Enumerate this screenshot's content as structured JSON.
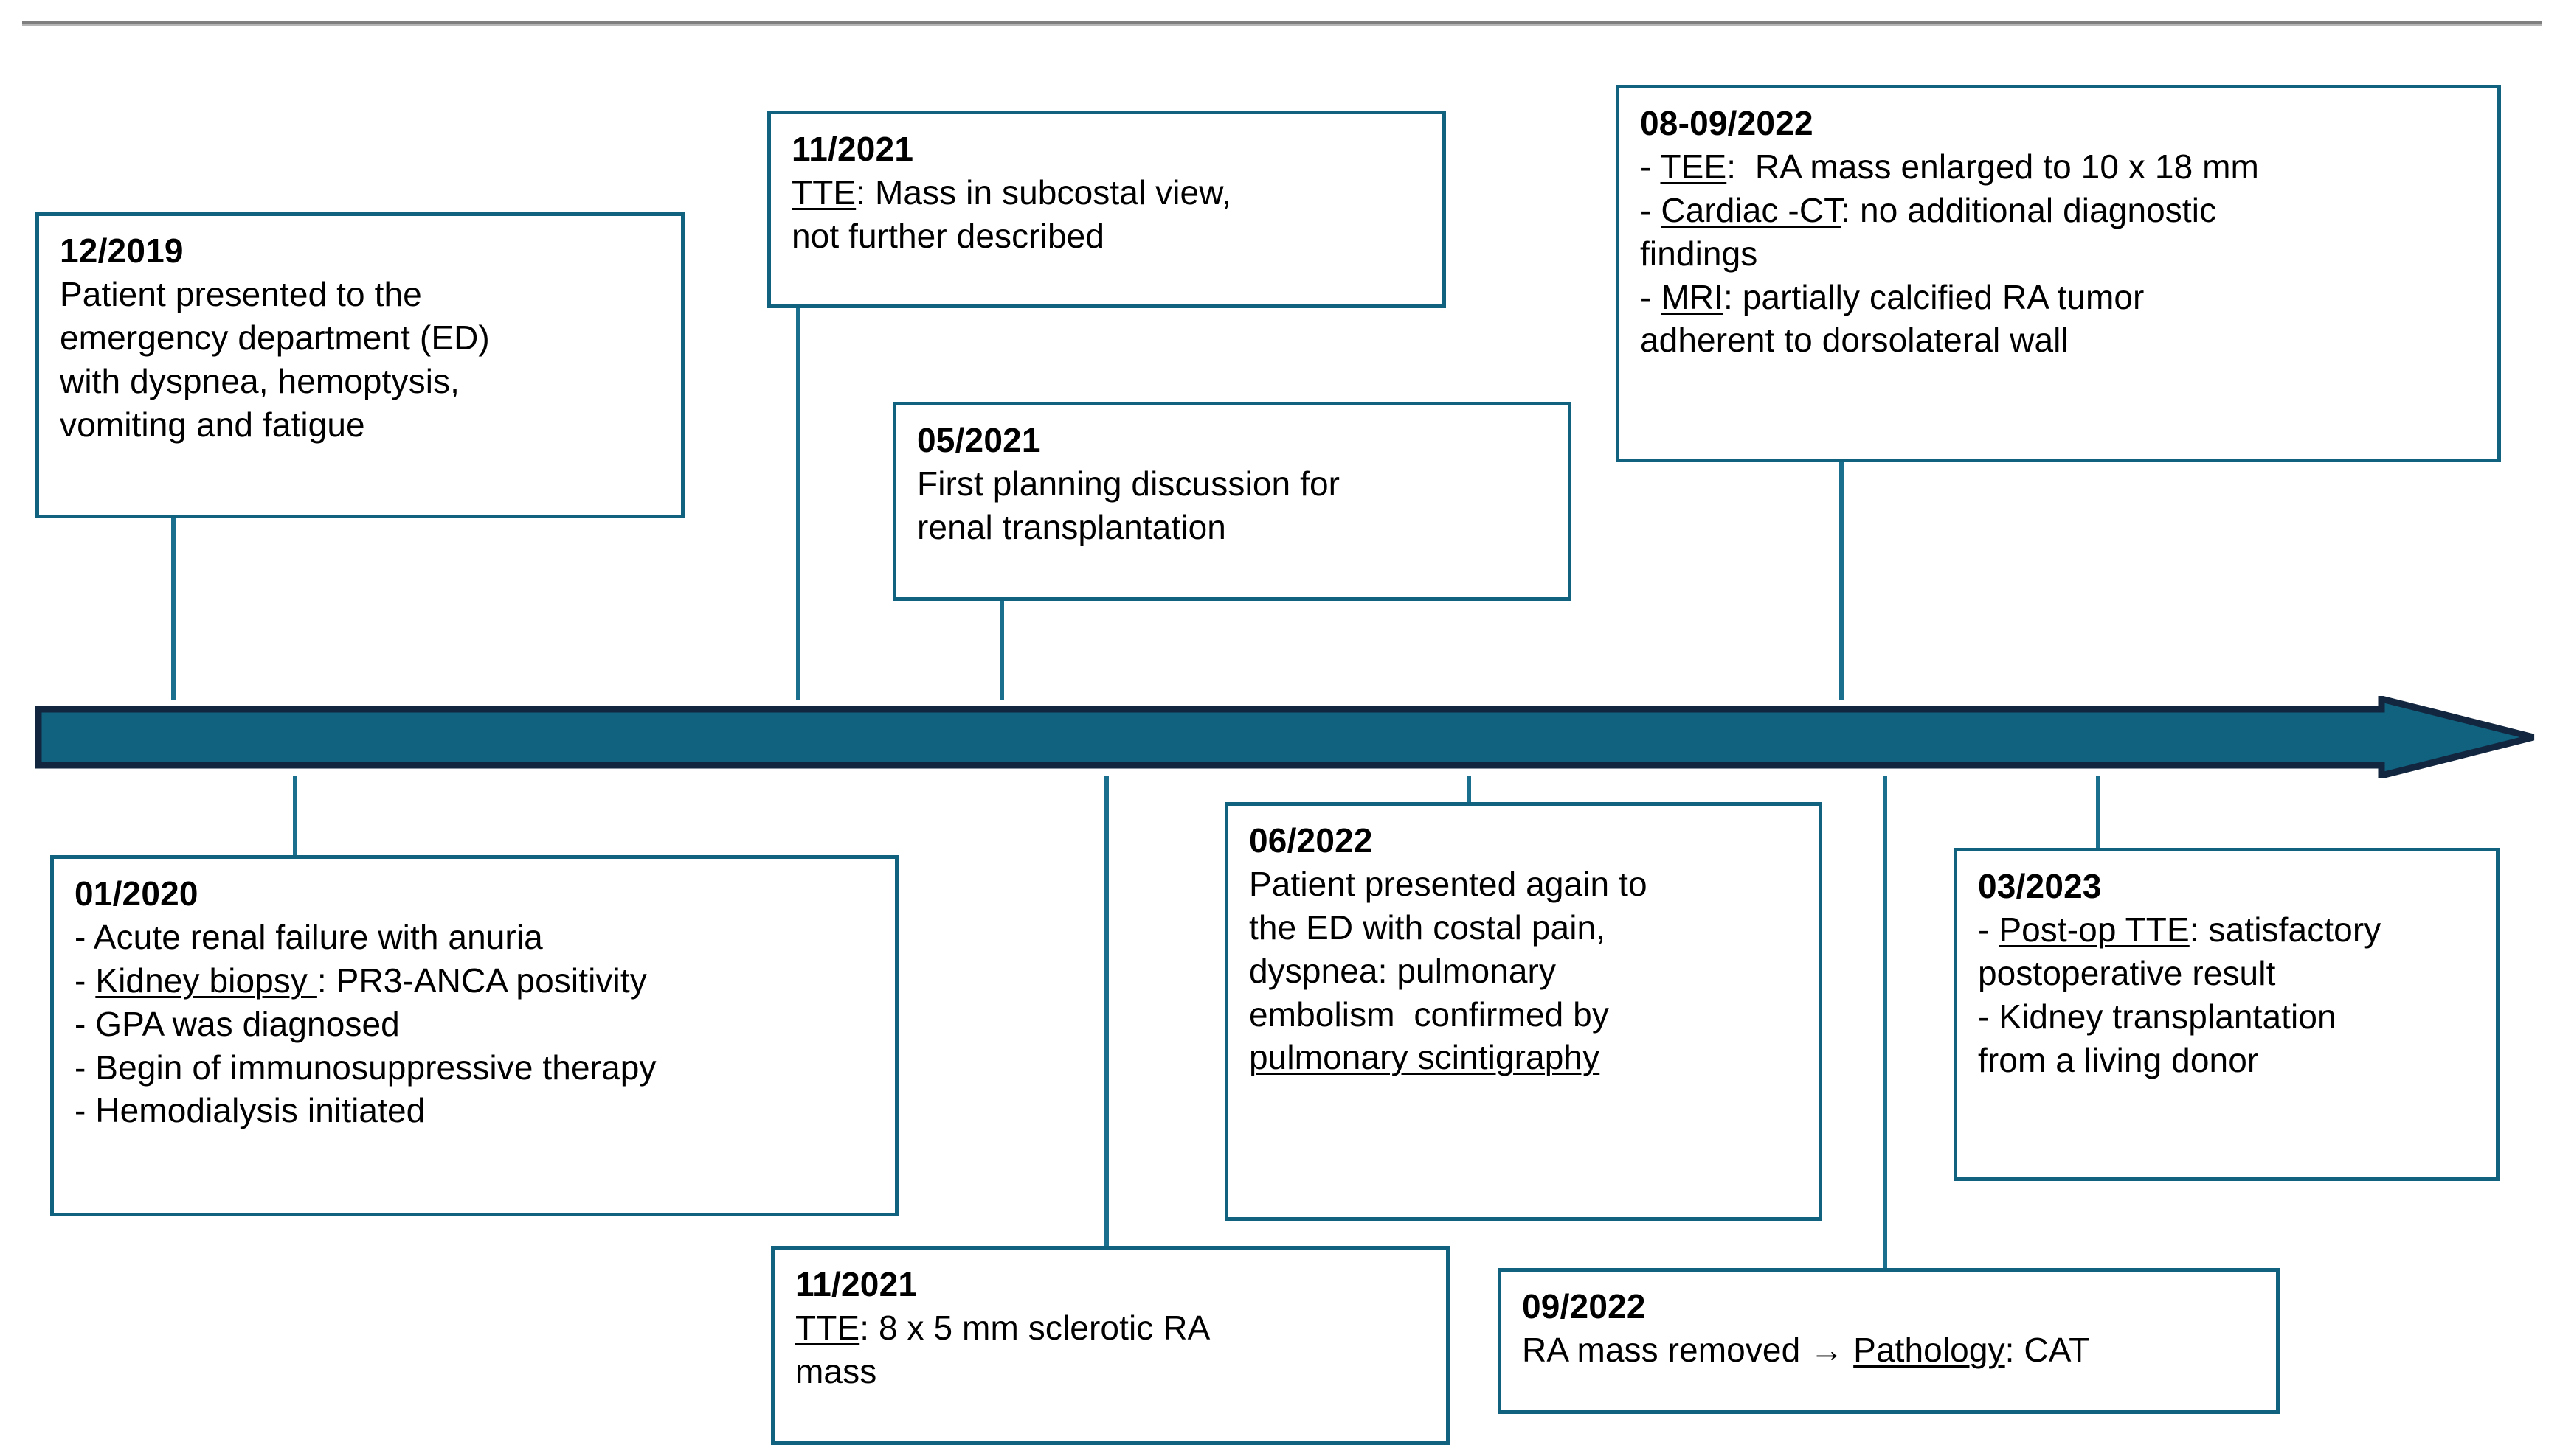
{
  "colors": {
    "timeline_fill": "#11627F",
    "timeline_outline": "#12263F",
    "box_border": "#11627F",
    "connector": "#1A6E8E",
    "top_rule": "#7F7F7F",
    "text": "#000000"
  },
  "timeline": {
    "direction_icon": "right-arrow-icon",
    "orientation": "horizontal"
  },
  "events": {
    "e2019": {
      "date": "12/2019",
      "lines": [
        "Patient presented to the",
        "emergency department (ED)",
        "with dyspnea, hemoptysis,",
        "vomiting and fatigue"
      ]
    },
    "e2020": {
      "date": "01/2020",
      "lines": [
        "- Acute renal failure with anuria",
        "- GPA was diagnosed",
        "- Begin of immunosuppressive therapy",
        "- Hemodialysis initiated"
      ],
      "biopsy_prefix": "- ",
      "biopsy_underlined": "Kidney biopsy ",
      "biopsy_rest": ": PR3-ANCA positivity"
    },
    "e1121a": {
      "date": "11/2021",
      "tte_underlined": "TTE",
      "tte_rest": ": Mass in subcostal view,",
      "line2": "not further described"
    },
    "e0521": {
      "date": "05/2021",
      "lines": [
        "First planning discussion for",
        "renal transplantation"
      ]
    },
    "e1121b": {
      "date": "11/2021",
      "tte_underlined": "TTE",
      "tte_rest": ": 8 x 5 mm sclerotic RA",
      "line2": "mass"
    },
    "e0622": {
      "date": "06/2022",
      "lines": [
        "Patient presented again to",
        "the ED with costal pain,",
        "dyspnea: pulmonary",
        "embolism  confirmed by"
      ],
      "scinti_underlined": "pulmonary scintigraphy"
    },
    "e0822": {
      "date": "08-09/2022",
      "tee_prefix": "- ",
      "tee_underlined": "TEE",
      "tee_rest": ":  RA mass enlarged to 10 x 18 mm",
      "ct_prefix": "- ",
      "ct_underlined": "Cardiac -CT",
      "ct_rest": ": no additional diagnostic",
      "ct_wrap": "findings",
      "mri_prefix": "- ",
      "mri_underlined": "MRI",
      "mri_rest": ": partially calcified RA tumor",
      "mri_wrap": "adherent to dorsolateral wall"
    },
    "e0922": {
      "date": "09/2022",
      "pre": "RA mass removed → ",
      "path_underlined": "Pathology",
      "path_rest": ": CAT"
    },
    "e0323": {
      "date": "03/2023",
      "postop_prefix": "- ",
      "postop_underlined": "Post-op TTE",
      "postop_rest": ": satisfactory",
      "postop_wrap": "postoperative result",
      "lines": [
        "- Kidney transplantation",
        "from a living donor"
      ]
    }
  }
}
